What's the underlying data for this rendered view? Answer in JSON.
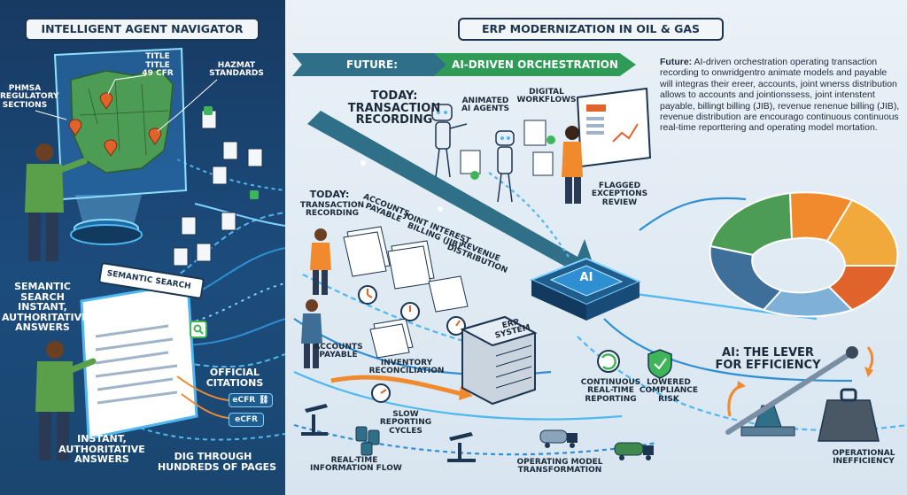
{
  "left": {
    "title": "INTELLIGENT AGENT NAVIGATOR",
    "map_labels": {
      "title": "TITLE",
      "title_49": "TITLE\n49 CFR",
      "hazmat": "HAZMAT\nSTANDARDS",
      "phmsa": "PHMSA\nREGULATORY\nSECTIONS"
    },
    "semantic_search_label": "SEMANTIC\nSEARCH\nINSTANT,\nAUTHORITATIVE\nANSWERS",
    "search_box": "SEMANTIC SEARCH",
    "official_citations": "OFFICIAL\nCITATIONS",
    "ecfr_1": "eCFR",
    "ecfr_2": "eCFR",
    "instant_answers": "INSTANT,\nAUTHORITATIVE\nANSWERS",
    "dig_through": "DIG THROUGH\nHUNDREDS OF PAGES"
  },
  "right": {
    "title": "ERP MODERNIZATION IN OIL & GAS",
    "future_banner": "FUTURE:",
    "ai_banner": "AI-DRIVEN ORCHESTRATION",
    "description_lead": "Future:",
    "description": " AI-driven orchestration operating transaction recording to onwridgent​ro animate models and payable will integras their ereer, accounts, joint wnerss distribution allows to accounts and jointionssess, joint intenstent payable, billingt billing (JIB), revenue renenue billing (JIB), revenue distribution are encourago continuous continuous real-time reporttering and operating model mortation.",
    "today_big": "TODAY:\nTRANSACTION\nRECORDING",
    "animated_agents": "ANIMATED\nAI AGENTS",
    "digital_workflows": "DIGITAL\nWORKFLOWS",
    "flagged": "FLAGGED\nEXCEPTIONS\nREVIEW",
    "today_small": "TODAY:",
    "transaction_recording": "TRANSACTION\nRECORDING",
    "accounts_payable_top": "ACCOUNTS\nPAYABLE",
    "jib": "JOINT INTEREST\nBILLING (JIB)",
    "revenue_dist": "REVENUE\nDISTRIBUTION",
    "ai_chip": "AI",
    "erp_system": "ERP\nSYSTEM",
    "accounts_payable": "ACCOUNTS\nPAYABLE",
    "inventory": "INVENTORY\nRECONCILIATION",
    "continuous": "CONTINUOUS\nREAL-TIME\nREPORTING",
    "lowered": "LOWERED\nCOMPLIANCE\nRISK",
    "lever": "AI: THE LEVER\nFOR EFFICIENCY",
    "slow": "SLOW\nREPORTING\nCYCLES",
    "realtime_flow": "REAL-TIME\nINFORMATION FLOW",
    "operating_model": "OPERATING MODEL\nTRANSFORMATION",
    "operational": "OPERATIONAL\nINEFFICIENCY"
  },
  "colors": {
    "left_bg": "#1a4670",
    "accent_blue": "#2f8fd3",
    "future_green": "#2e9b57",
    "orange": "#f08a2c",
    "navy": "#1c3550"
  },
  "icons": [
    "map-icon",
    "location-pin-icon",
    "hologram-projector-icon",
    "document-icon",
    "checkmark-icon",
    "search-icon",
    "link-icon",
    "robot-icon",
    "clock-icon",
    "server-icon",
    "shield-check-icon",
    "refresh-icon",
    "oil-pump-icon",
    "tanker-truck-icon",
    "weight-icon",
    "seesaw-lever-icon",
    "donut-chart-icon"
  ]
}
